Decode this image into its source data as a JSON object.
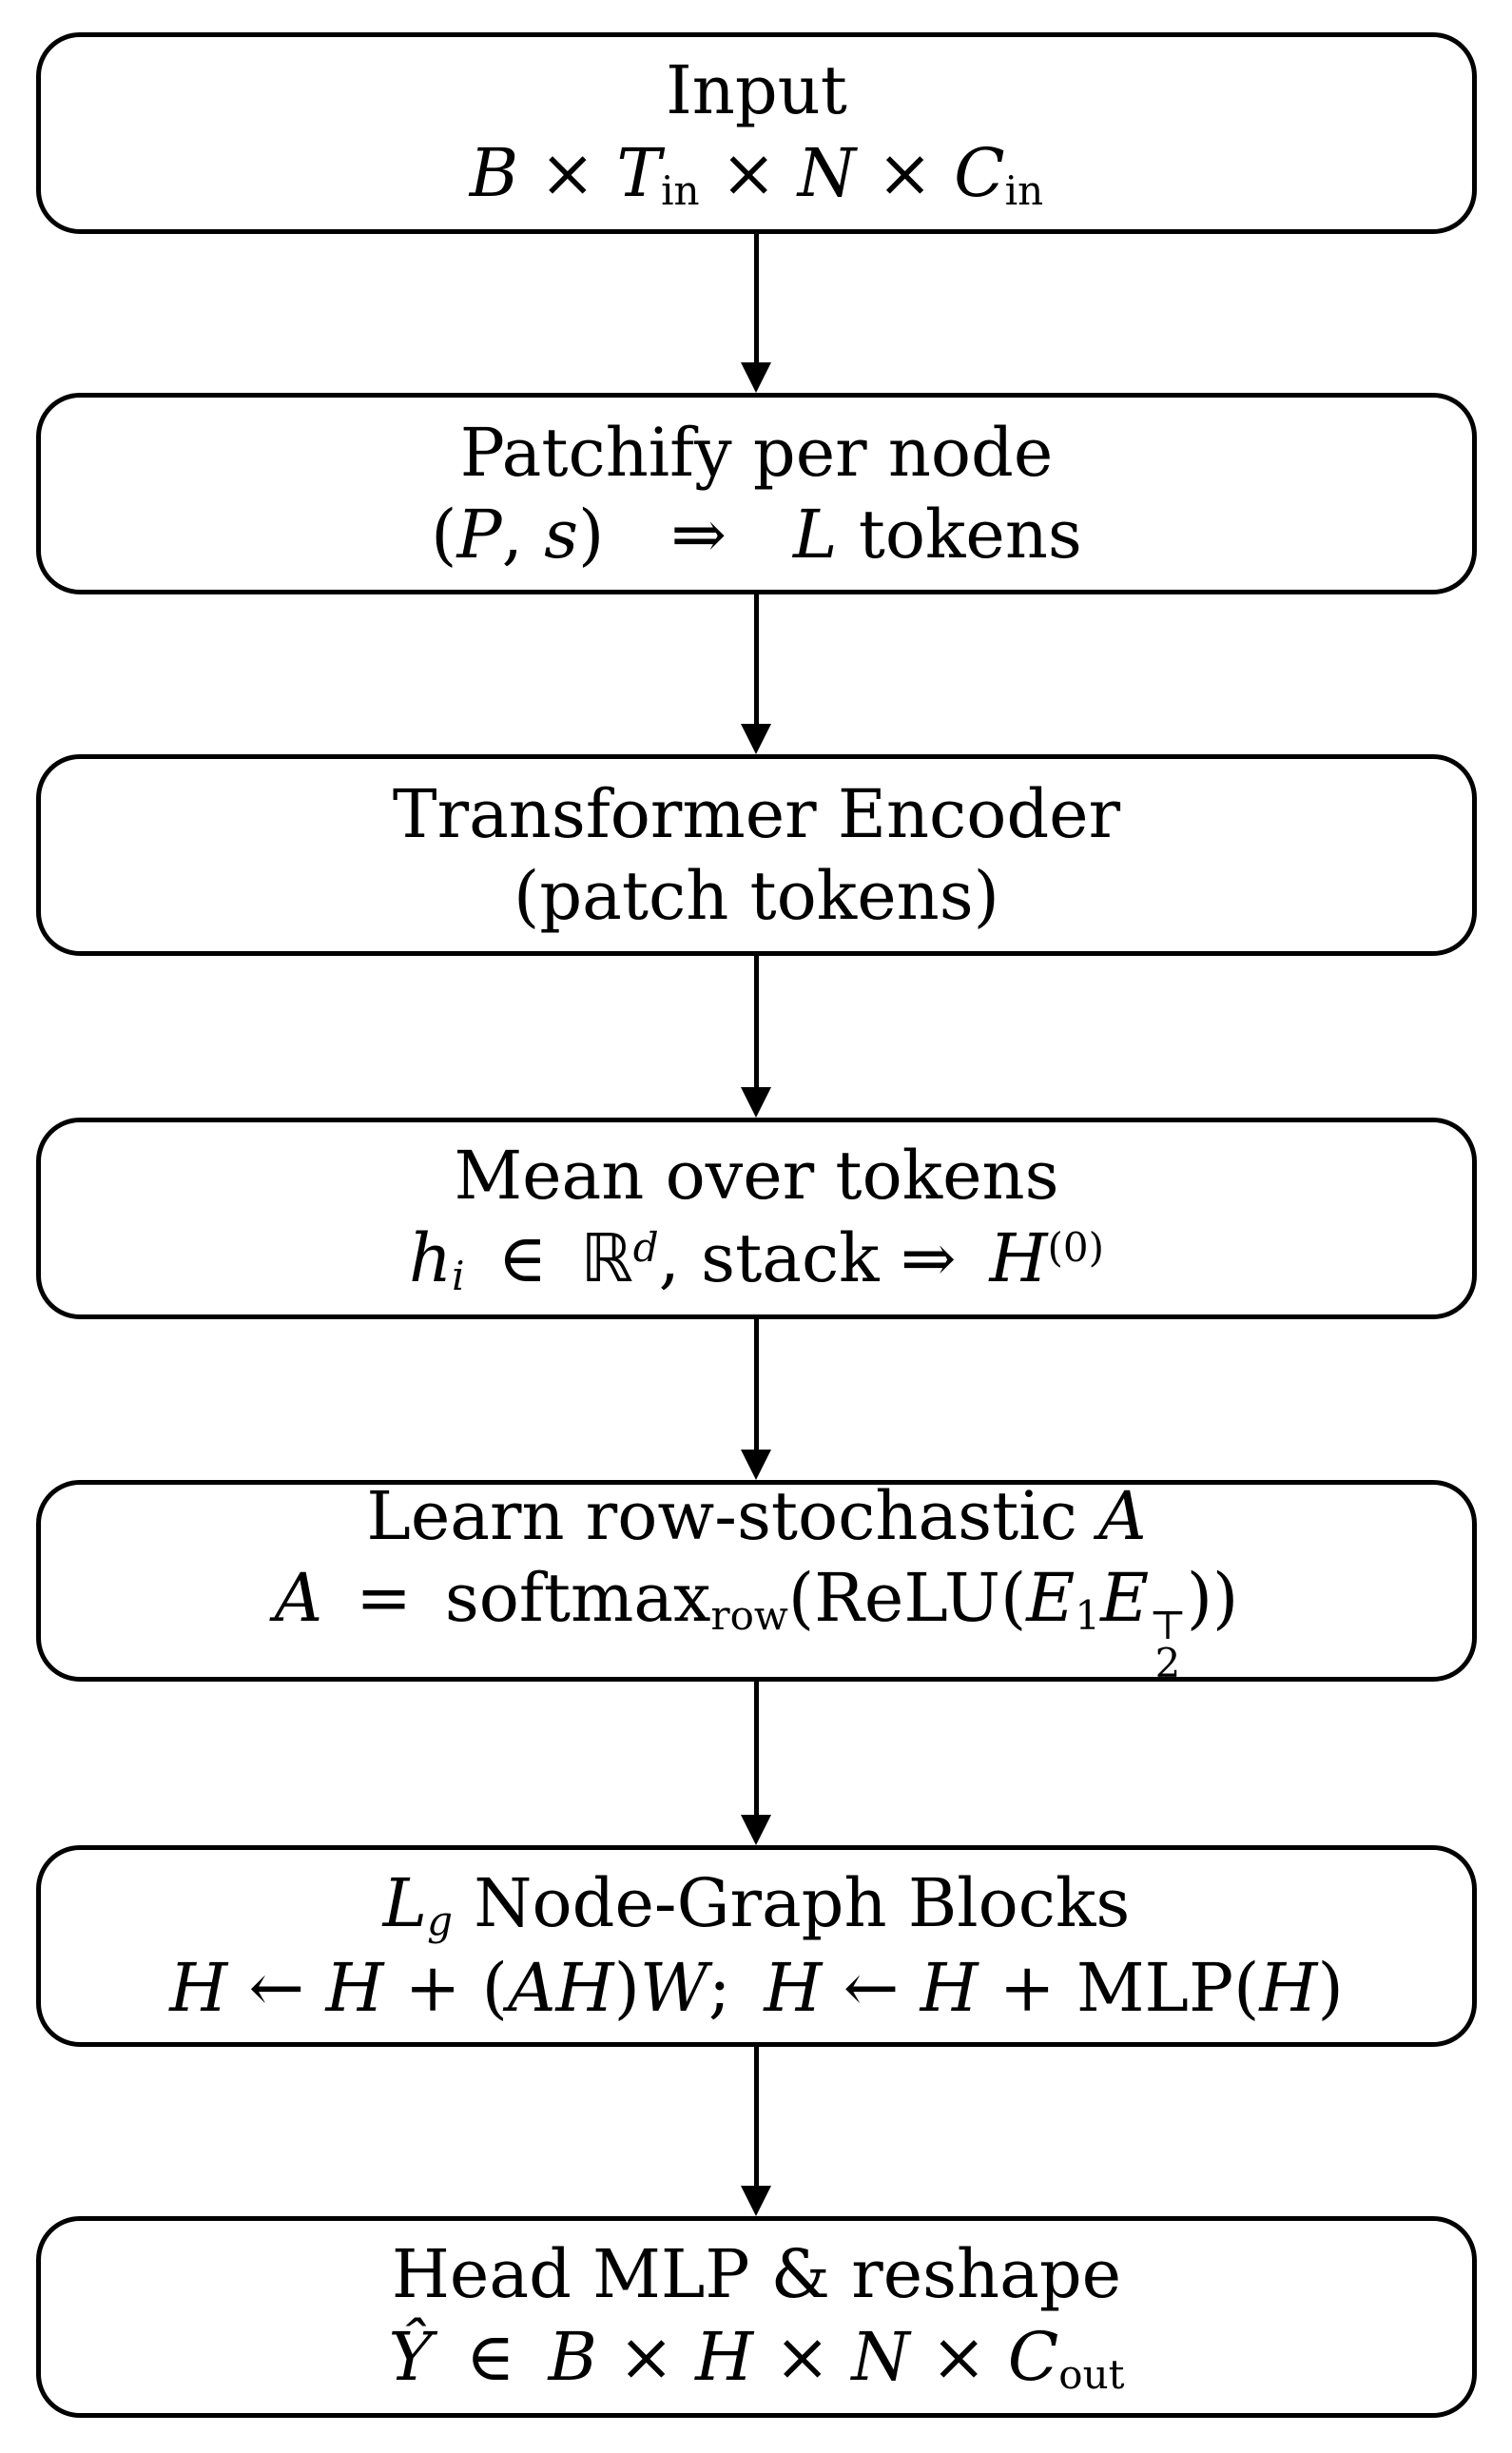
{
  "colors": {
    "background": "#ffffff",
    "box_stroke": "#000000",
    "box_fill": "#ffffff",
    "text": "#000000",
    "arrow": "#000000"
  },
  "flowchart": {
    "direction": "top-to-bottom",
    "nodes": [
      {
        "id": "input",
        "lines": [
          [
            {
              "t": "Input"
            }
          ],
          [
            {
              "t": "B",
              "s": "it"
            },
            {
              "t": " × "
            },
            {
              "t": "T",
              "s": "it"
            },
            {
              "t": "in",
              "s": "sub"
            },
            {
              "t": " × "
            },
            {
              "t": "N",
              "s": "it"
            },
            {
              "t": " × "
            },
            {
              "t": "C",
              "s": "it"
            },
            {
              "t": "in",
              "s": "sub"
            }
          ]
        ]
      },
      {
        "id": "patchify",
        "lines": [
          [
            {
              "t": "Patchify per node"
            }
          ],
          [
            {
              "t": "("
            },
            {
              "t": "P",
              "s": "it"
            },
            {
              "t": ", "
            },
            {
              "t": "s",
              "s": "it"
            },
            {
              "t": ") ⇒ "
            },
            {
              "t": "L",
              "s": "it"
            },
            {
              "t": " tokens"
            }
          ]
        ]
      },
      {
        "id": "transformer-encoder",
        "lines": [
          [
            {
              "t": "Transformer Encoder"
            }
          ],
          [
            {
              "t": "(patch tokens)"
            }
          ]
        ]
      },
      {
        "id": "mean-over-tokens",
        "lines": [
          [
            {
              "t": "Mean over tokens"
            }
          ],
          [
            {
              "t": "h",
              "s": "it"
            },
            {
              "t": "i",
              "s": "subit"
            },
            {
              "t": " ∈ "
            },
            {
              "t": "ℝ",
              "s": "bb"
            },
            {
              "t": "d",
              "s": "supit"
            },
            {
              "t": ", stack ⇒ "
            },
            {
              "t": "H",
              "s": "it"
            },
            {
              "t": "(0)",
              "s": "sup"
            }
          ]
        ]
      },
      {
        "id": "learn-row-stochastic-a",
        "lines": [
          [
            {
              "t": "Learn row-stochastic "
            },
            {
              "t": "A",
              "s": "it"
            }
          ],
          [
            {
              "t": "A",
              "s": "it"
            },
            {
              "t": " = softmax"
            },
            {
              "t": "row",
              "s": "sub"
            },
            {
              "t": "(ReLU("
            },
            {
              "t": "E",
              "s": "it"
            },
            {
              "t": "1",
              "s": "sub"
            },
            {
              "t": "E",
              "s": "it"
            },
            {
              "s": "stack",
              "sup": "⊤",
              "sub": "2"
            },
            {
              "t": "))"
            }
          ]
        ]
      },
      {
        "id": "node-graph-blocks",
        "lines": [
          [
            {
              "t": "L",
              "s": "it"
            },
            {
              "t": "g",
              "s": "subit"
            },
            {
              "t": " Node-Graph Blocks"
            }
          ],
          [
            {
              "t": "H",
              "s": "it"
            },
            {
              "t": " ← "
            },
            {
              "t": "H",
              "s": "it"
            },
            {
              "t": " + ("
            },
            {
              "t": "AH",
              "s": "it"
            },
            {
              "t": ")"
            },
            {
              "t": "W",
              "s": "it"
            },
            {
              "t": "; "
            },
            {
              "t": "H",
              "s": "it"
            },
            {
              "t": " ← "
            },
            {
              "t": "H",
              "s": "it"
            },
            {
              "t": " + MLP("
            },
            {
              "t": "H",
              "s": "it"
            },
            {
              "t": ")"
            }
          ]
        ]
      },
      {
        "id": "head-mlp-reshape",
        "lines": [
          [
            {
              "t": "Head MLP & reshape"
            }
          ],
          [
            {
              "t": "Ŷ",
              "s": "it"
            },
            {
              "t": " ∈ "
            },
            {
              "t": "B",
              "s": "it"
            },
            {
              "t": " × "
            },
            {
              "t": "H",
              "s": "it"
            },
            {
              "t": " × "
            },
            {
              "t": "N",
              "s": "it"
            },
            {
              "t": " × "
            },
            {
              "t": "C",
              "s": "it"
            },
            {
              "t": "out",
              "s": "sub"
            }
          ]
        ]
      }
    ],
    "edges": [
      {
        "from": "input",
        "to": "patchify"
      },
      {
        "from": "patchify",
        "to": "transformer-encoder"
      },
      {
        "from": "transformer-encoder",
        "to": "mean-over-tokens"
      },
      {
        "from": "mean-over-tokens",
        "to": "learn-row-stochastic-a"
      },
      {
        "from": "learn-row-stochastic-a",
        "to": "node-graph-blocks"
      },
      {
        "from": "node-graph-blocks",
        "to": "head-mlp-reshape"
      }
    ]
  }
}
